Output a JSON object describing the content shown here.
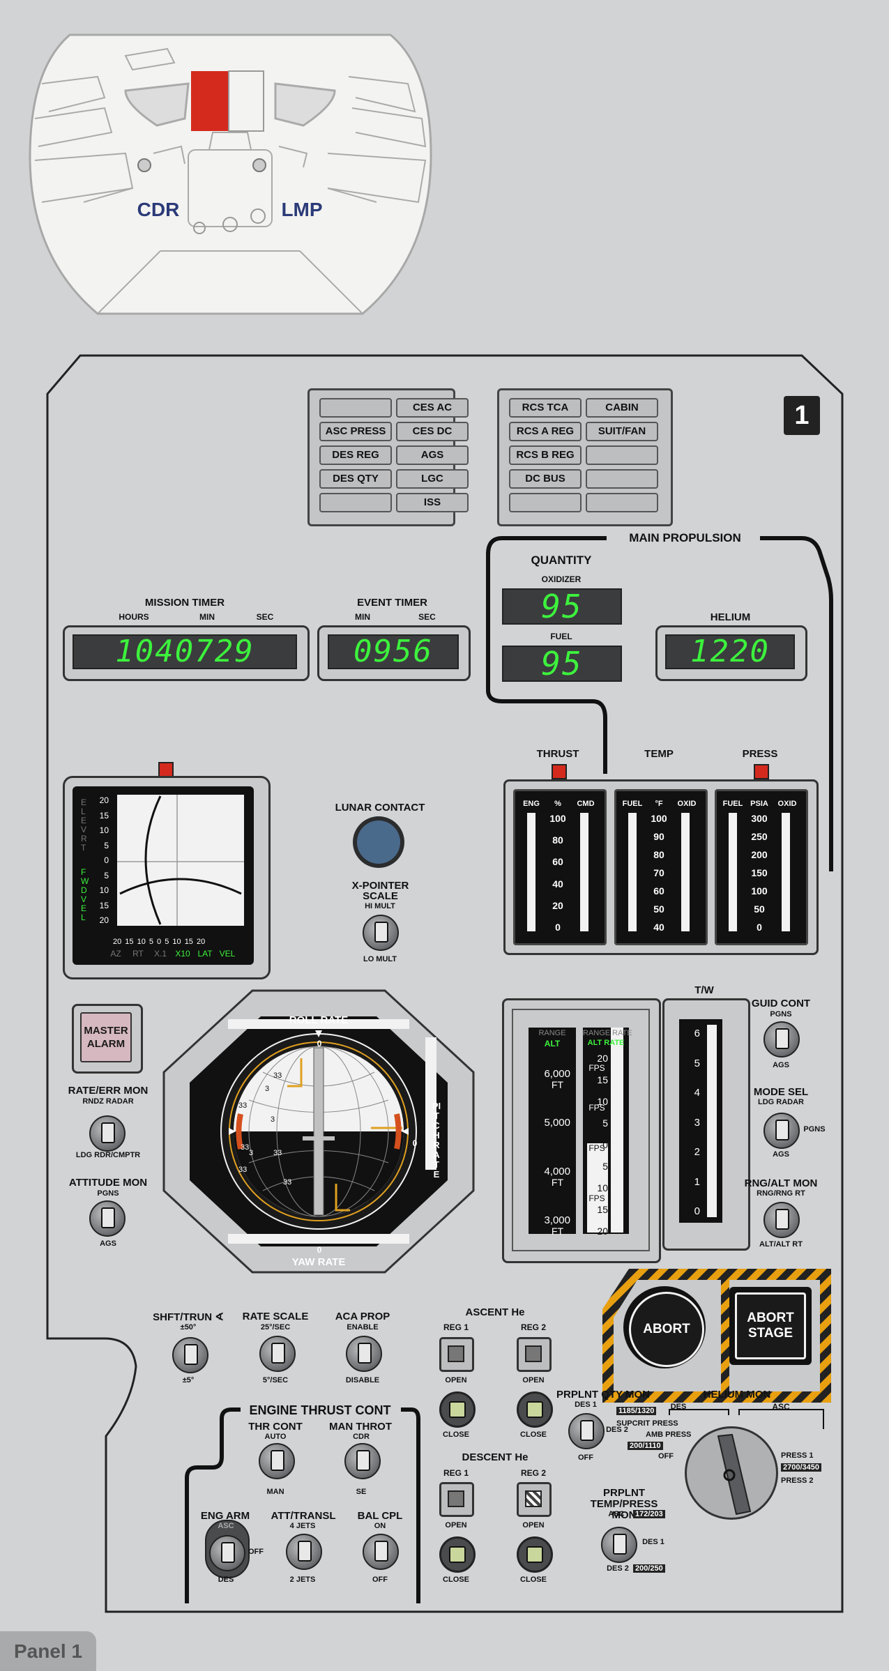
{
  "cabin_view": {
    "cdr_label": "CDR",
    "lmp_label": "LMP"
  },
  "panel_number": "1",
  "warning_lights_left": [
    {
      "label": ""
    },
    {
      "label": "CES AC"
    },
    {
      "label": "ASC PRESS"
    },
    {
      "label": "CES DC"
    },
    {
      "label": "DES REG"
    },
    {
      "label": "AGS"
    },
    {
      "label": "DES QTY"
    },
    {
      "label": "LGC"
    },
    {
      "label": ""
    },
    {
      "label": "ISS"
    }
  ],
  "warning_lights_right": [
    {
      "label": "RCS TCA"
    },
    {
      "label": "CABIN"
    },
    {
      "label": "RCS A REG"
    },
    {
      "label": "SUIT/FAN"
    },
    {
      "label": "RCS B REG"
    },
    {
      "label": ""
    },
    {
      "label": "DC BUS"
    },
    {
      "label": ""
    },
    {
      "label": ""
    },
    {
      "label": ""
    }
  ],
  "mission_timer": {
    "title": "MISSION TIMER",
    "hours_label": "HOURS",
    "min_label": "MIN",
    "sec_label": "SEC",
    "value": "1040729"
  },
  "event_timer": {
    "title": "EVENT TIMER",
    "min_label": "MIN",
    "sec_label": "SEC",
    "value": "0956"
  },
  "main_propulsion": {
    "title": "MAIN PROPULSION",
    "quantity_label": "QUANTITY",
    "oxidizer_label": "OXIDIZER",
    "oxidizer_value": "95",
    "fuel_label": "FUEL",
    "fuel_value": "95"
  },
  "helium": {
    "title": "HELIUM",
    "value": "1220"
  },
  "thrust_gauge": {
    "title": "THRUST",
    "left": "ENG",
    "mid": "%",
    "right": "CMD",
    "ticks": [
      "100",
      "80",
      "60",
      "40",
      "20",
      "0"
    ]
  },
  "temp_gauge": {
    "title": "TEMP",
    "left": "FUEL",
    "mid": "°F",
    "right": "OXID",
    "ticks": [
      "100",
      "90",
      "80",
      "70",
      "60",
      "50",
      "40"
    ]
  },
  "press_gauge": {
    "title": "PRESS",
    "left": "FUEL",
    "mid": "PSIA",
    "right": "OXID",
    "ticks": [
      "300",
      "250",
      "200",
      "150",
      "100",
      "50",
      "0"
    ]
  },
  "xpointer_display": {
    "ticks_y": [
      "20",
      "15",
      "10",
      "5",
      "0",
      "5",
      "10",
      "15",
      "20"
    ],
    "ticks_x": "20 15 10 5 0 5 10 15 20",
    "left_top": "ELEV RT",
    "left_bottom": "FWD VEL",
    "bottom_labels": [
      "AZ",
      "RT",
      "X.1",
      "X10",
      "LAT",
      "VEL"
    ]
  },
  "lunar_contact": {
    "label": "LUNAR CONTACT"
  },
  "xpointer_scale": {
    "label": "X-POINTER SCALE",
    "top": "HI MULT",
    "bottom": "LO MULT"
  },
  "master_alarm": {
    "label": "MASTER ALARM"
  },
  "rate_err_mon": {
    "label": "RATE/ERR MON",
    "top": "RNDZ RADAR",
    "bottom": "LDG RDR/CMPTR"
  },
  "attitude_mon": {
    "label": "ATTITUDE MON",
    "top": "PGNS",
    "bottom": "AGS"
  },
  "fdai": {
    "roll_label": "ROLL RATE",
    "pitch_label": "PITCH RATE",
    "yaw_label": "YAW RATE",
    "zero": "0",
    "ball_nums": [
      "33",
      "3",
      "33",
      "3",
      "33",
      "33",
      "3",
      "33",
      "33"
    ]
  },
  "range_tape": {
    "range_label": "RANGE",
    "alt_label": "ALT",
    "rate_label": "RANGE RATE",
    "alt_rate_label": "ALT RATE",
    "alt_ticks": [
      "6,000",
      "5,000",
      "4,000",
      "3,000"
    ],
    "ft": "FT",
    "rate_ticks": [
      "20",
      "15",
      "10",
      "5",
      "0",
      "5",
      "10",
      "15",
      "20"
    ],
    "fps": "FPS"
  },
  "tw_gauge": {
    "title": "T/W",
    "ticks": [
      "6",
      "5",
      "4",
      "3",
      "2",
      "1",
      "0"
    ]
  },
  "guid_cont": {
    "label": "GUID CONT",
    "top": "PGNS",
    "bottom": "AGS"
  },
  "mode_sel": {
    "label": "MODE SEL",
    "top": "LDG RADAR",
    "right": "PGNS",
    "bottom": "AGS"
  },
  "rng_alt_mon": {
    "label": "RNG/ALT MON",
    "top": "RNG/RNG RT",
    "bottom": "ALT/ALT RT"
  },
  "abort": {
    "abort_label": "ABORT",
    "abort_stage_label": "ABORT STAGE"
  },
  "shft_trun": {
    "label": "SHFT/TRUN ∢",
    "top": "±50°",
    "bottom": "±5°"
  },
  "rate_scale": {
    "label": "RATE SCALE",
    "top": "25°/SEC",
    "bottom": "5°/SEC"
  },
  "aca_prop": {
    "label": "ACA PROP",
    "top": "ENABLE",
    "bottom": "DISABLE"
  },
  "engine_thrust_cont": {
    "title": "ENGINE THRUST CONT",
    "thr_cont": "THR CONT",
    "thr_top": "AUTO",
    "thr_bottom": "MAN",
    "man_throt": "MAN THROT",
    "man_top": "CDR",
    "man_bottom": "SE",
    "eng_arm": "ENG ARM",
    "eng_arm_asc": "ASC",
    "eng_arm_off": "OFF",
    "eng_arm_des": "DES",
    "att_transl": "ATT/TRANSL",
    "att_top": "4 JETS",
    "att_bottom": "2 JETS",
    "bal_cpl": "BAL CPL",
    "bal_top": "ON",
    "bal_bottom": "OFF"
  },
  "ascent_he": {
    "title": "ASCENT He",
    "reg1": "REG 1",
    "reg2": "REG 2",
    "open": "OPEN",
    "close": "CLOSE"
  },
  "descent_he": {
    "title": "DESCENT He",
    "reg1": "REG 1",
    "reg2": "REG 2",
    "open": "OPEN",
    "close": "CLOSE"
  },
  "prplnt_qty_mon": {
    "label": "PRPLNT QTY MON",
    "top": "DES 1",
    "right": "DES 2",
    "bottom": "OFF"
  },
  "helium_mon": {
    "label": "HELIUM MON",
    "des": "DES",
    "asc": "ASC",
    "pos": [
      "1185/1320",
      "SUPCRIT PRESS",
      "AMB PRESS",
      "200/1110",
      "OFF",
      "PRESS 1",
      "2700/3450",
      "PRESS 2"
    ]
  },
  "prplnt_temp_press": {
    "label": "PRPLNT TEMP/PRESS MON",
    "asc": "ASC",
    "asc_val": "172/203",
    "des1": "DES 1",
    "des2": "DES 2",
    "des2_val": "200/250"
  },
  "panel_tab": "Panel 1",
  "colors": {
    "bg": "#d2d3d5",
    "display_green": "#3df23d",
    "warning_red": "#d42a1e",
    "hazard_yellow": "#e8a010"
  }
}
